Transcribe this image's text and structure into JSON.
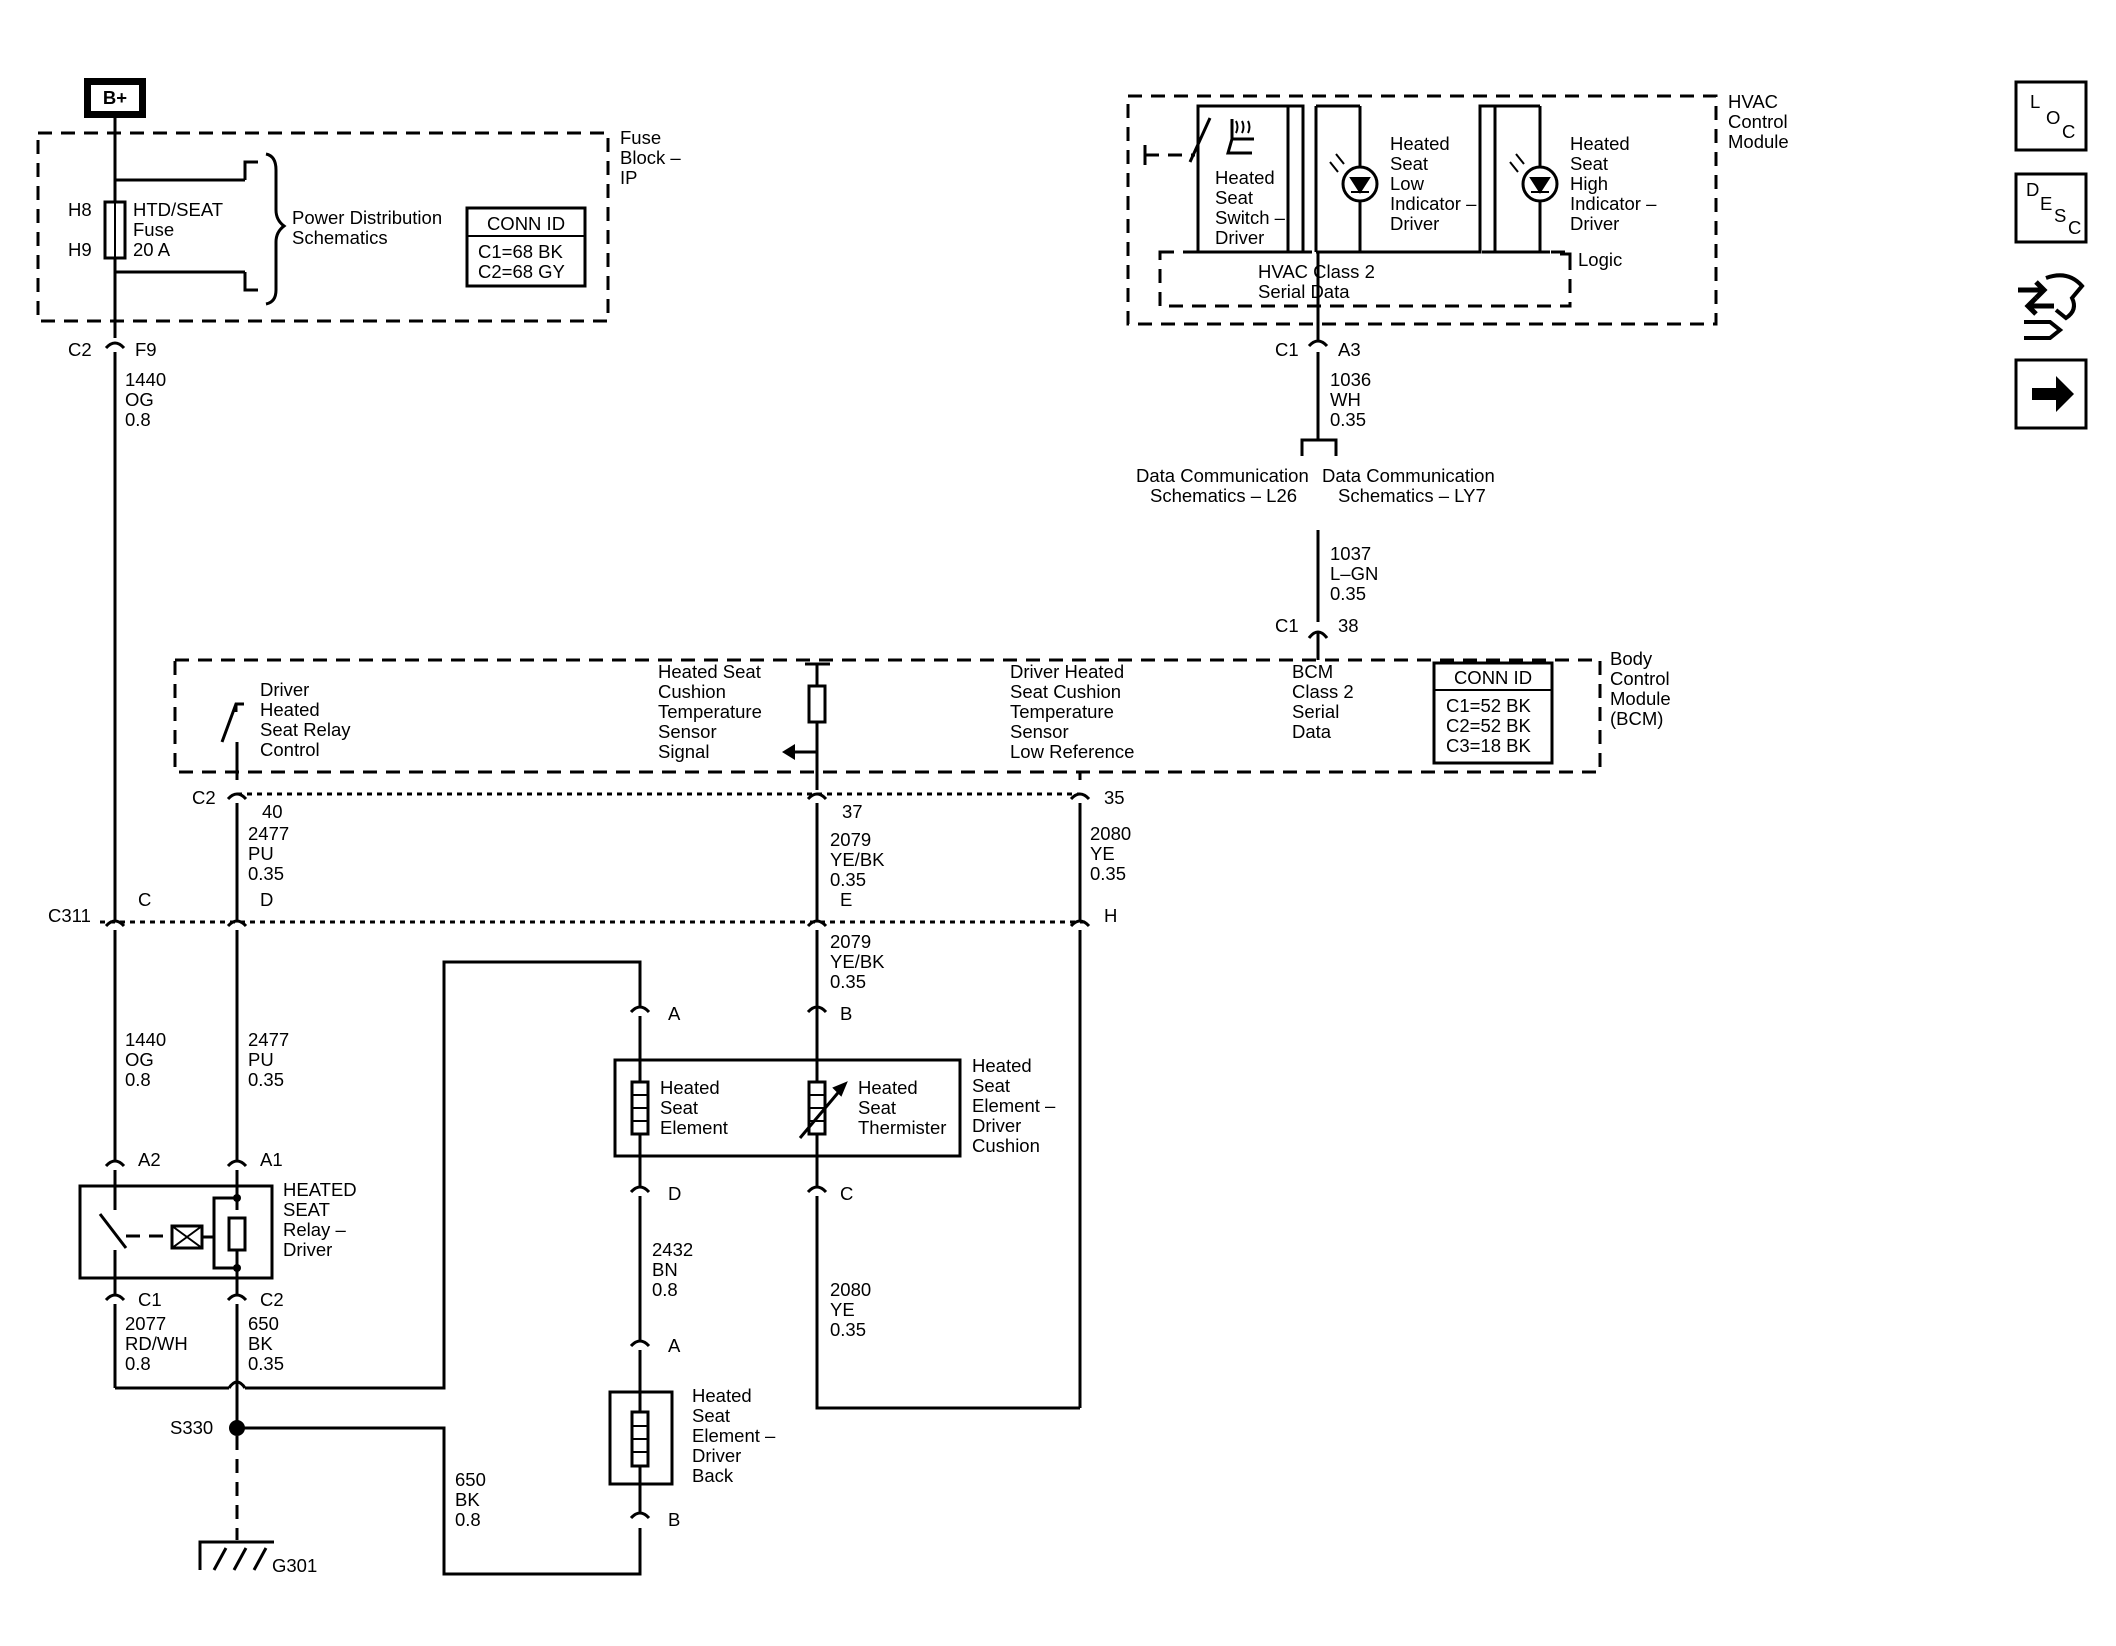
{
  "top": {
    "bplus": "B+",
    "fuse_block": [
      "Fuse",
      "Block –",
      "IP"
    ],
    "h8": "H8",
    "h9": "H9",
    "fuse_label": [
      "HTD/SEAT",
      "Fuse",
      "20 A"
    ],
    "power_dist": [
      "Power Distribution",
      "Schematics"
    ],
    "fuse_conn_title": "CONN ID",
    "fuse_conn": [
      "C1=68 BK",
      "C2=68 GY"
    ],
    "c2_label": "C2",
    "f9": "F9",
    "wire1440": [
      "1440",
      "OG",
      "0.8"
    ]
  },
  "hvac": {
    "module": [
      "HVAC",
      "Control",
      "Module"
    ],
    "switch": [
      "Heated",
      "Seat",
      "Switch –",
      "Driver"
    ],
    "low": [
      "Heated",
      "Seat",
      "Low",
      "Indicator –",
      "Driver"
    ],
    "high": [
      "Heated",
      "Seat",
      "High",
      "Indicator –",
      "Driver"
    ],
    "logic": "Logic",
    "serial": [
      "HVAC Class 2",
      "Serial Data"
    ],
    "c1": "C1",
    "a3": "A3",
    "wire1036": [
      "1036",
      "WH",
      "0.35"
    ],
    "dc_left": [
      "Data Communication",
      "Schematics – L26"
    ],
    "dc_right": [
      "Data Communication",
      "Schematics – LY7"
    ],
    "wire1037": [
      "1037",
      "L–GN",
      "0.35"
    ],
    "c1b": "C1",
    "pin38": "38"
  },
  "bcm": {
    "module": [
      "Body",
      "Control",
      "Module",
      "(BCM)"
    ],
    "relay_ctrl": [
      "Driver",
      "Heated",
      "Seat Relay",
      "Control"
    ],
    "sensor_signal": [
      "Heated Seat",
      "Cushion",
      "Temperature",
      "Sensor",
      "Signal"
    ],
    "low_ref": [
      "Driver Heated",
      "Seat Cushion",
      "Temperature",
      "Sensor",
      "Low Reference"
    ],
    "bcm_serial": [
      "BCM",
      "Class 2",
      "Serial",
      "Data"
    ],
    "conn_title": "CONN ID",
    "conn": [
      "C1=52 BK",
      "C2=52 BK",
      "C3=18 BK"
    ],
    "c2": "C2",
    "pin40": "40",
    "pin37": "37",
    "pin35": "35"
  },
  "mid": {
    "wire2477": [
      "2477",
      "PU",
      "0.35"
    ],
    "wire2079": [
      "2079",
      "YE/BK",
      "0.35"
    ],
    "wire2080": [
      "2080",
      "YE",
      "0.35"
    ],
    "c311": "C311",
    "pc": "C",
    "pd": "D",
    "pe": "E",
    "ph": "H",
    "wire2079b": [
      "2079",
      "YE/BK",
      "0.35"
    ],
    "wire1440b": [
      "1440",
      "OG",
      "0.8"
    ],
    "wire2477b": [
      "2477",
      "PU",
      "0.35"
    ]
  },
  "relay": {
    "a2": "A2",
    "a1": "A1",
    "name": [
      "HEATED",
      "SEAT",
      "Relay –",
      "Driver"
    ],
    "c1": "C1",
    "c2": "C2",
    "wire2077": [
      "2077",
      "RD/WH",
      "0.8"
    ],
    "wire650": [
      "650",
      "BK",
      "0.35"
    ],
    "s330": "S330",
    "g301": "G301",
    "wire650b": [
      "650",
      "BK",
      "0.8"
    ]
  },
  "cushion": {
    "pa": "A",
    "pb": "B",
    "element": [
      "Heated",
      "Seat",
      "Element"
    ],
    "thermistor": [
      "Heated",
      "Seat",
      "Thermister"
    ],
    "name": [
      "Heated",
      "Seat",
      "Element –",
      "Driver",
      "Cushion"
    ],
    "pd": "D",
    "pc": "C",
    "wire2432": [
      "2432",
      "BN",
      "0.8"
    ],
    "wire2080b": [
      "2080",
      "YE",
      "0.35"
    ]
  },
  "back": {
    "pa": "A",
    "pb": "B",
    "name": [
      "Heated",
      "Seat",
      "Element –",
      "Driver",
      "Back"
    ]
  },
  "nav": {
    "loc": [
      "L",
      "O",
      "C"
    ],
    "desc": [
      "D",
      "E",
      "S",
      "C"
    ]
  }
}
